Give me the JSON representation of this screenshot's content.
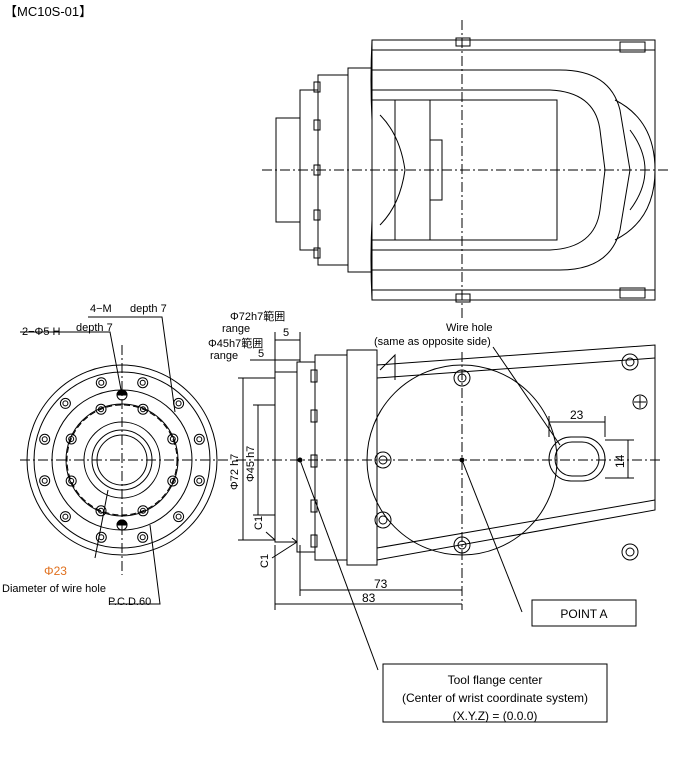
{
  "header": {
    "title": "【MC10S-01】"
  },
  "flange_face": {
    "tapped_holes": "4−M",
    "tapped_depth": "depth 7",
    "pin_holes": "2−Φ5 H",
    "pin_depth": "depth 7",
    "wire_hole_dia": "Φ23",
    "wire_hole_label": "Diameter of wire hole",
    "pcd": "P.C.D.60"
  },
  "side_view": {
    "fit_72_note": "Φ72h7範囲",
    "fit_72_range": "range",
    "dim_5a": "5",
    "fit_45_note": "Φ45h7範囲",
    "fit_45_range": "range",
    "dim_5b": "5",
    "dia_72": "Φ72 h7",
    "dia_45": "Φ45 h7",
    "chamfer_1": "C1",
    "chamfer_2": "C1",
    "dim_73": "73",
    "dim_83": "83",
    "wire_hole_title": "Wire hole",
    "wire_hole_note": "(same as opposite side)",
    "slot_w": "23",
    "slot_h": "14"
  },
  "callouts": {
    "point_a": "POINT A",
    "tool_center_1": "Tool flange center",
    "tool_center_2": "(Center of wrist coordinate system)",
    "tool_center_3": "(X.Y.Z) = (0.0.0)"
  },
  "colors": {
    "line": "#000000",
    "accent": "#e0701e"
  }
}
